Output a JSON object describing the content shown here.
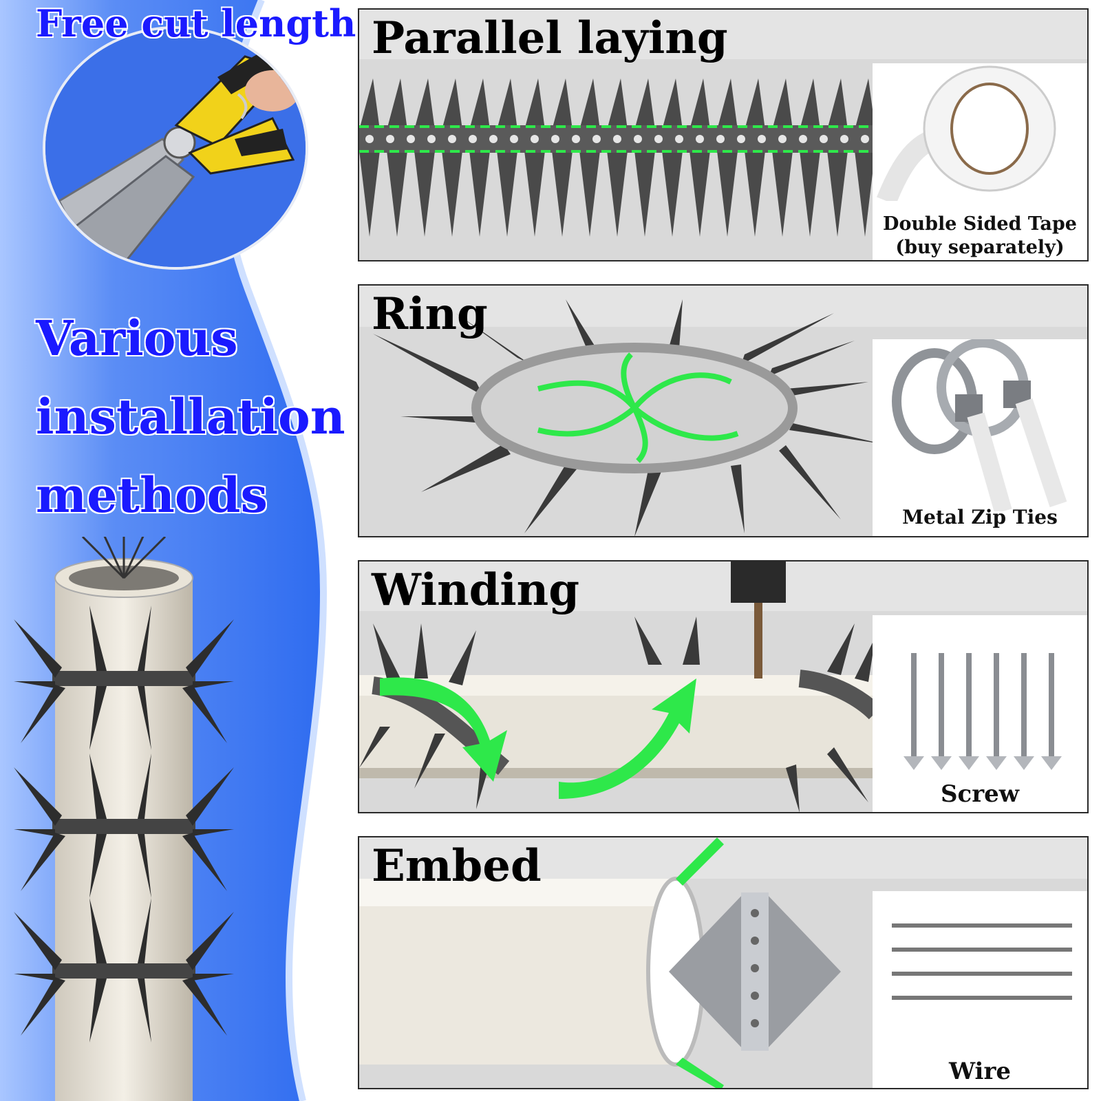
{
  "headline_top": "Free cut length",
  "headline_main": [
    "Various",
    "installation",
    "methods"
  ],
  "panels": [
    {
      "title": "Parallel laying",
      "accessory_label_1": "Double Sided Tape",
      "accessory_label_2": "(buy separately)"
    },
    {
      "title": "Ring",
      "accessory_label_1": "Metal Zip Ties"
    },
    {
      "title": "Winding",
      "accessory_label_1": "Screw"
    },
    {
      "title": "Embed",
      "accessory_label_1": "Wire"
    }
  ],
  "colors": {
    "headline": "#1a1aff",
    "arrow_accent": "#2ee84a",
    "left_band": "#3b7bff"
  }
}
